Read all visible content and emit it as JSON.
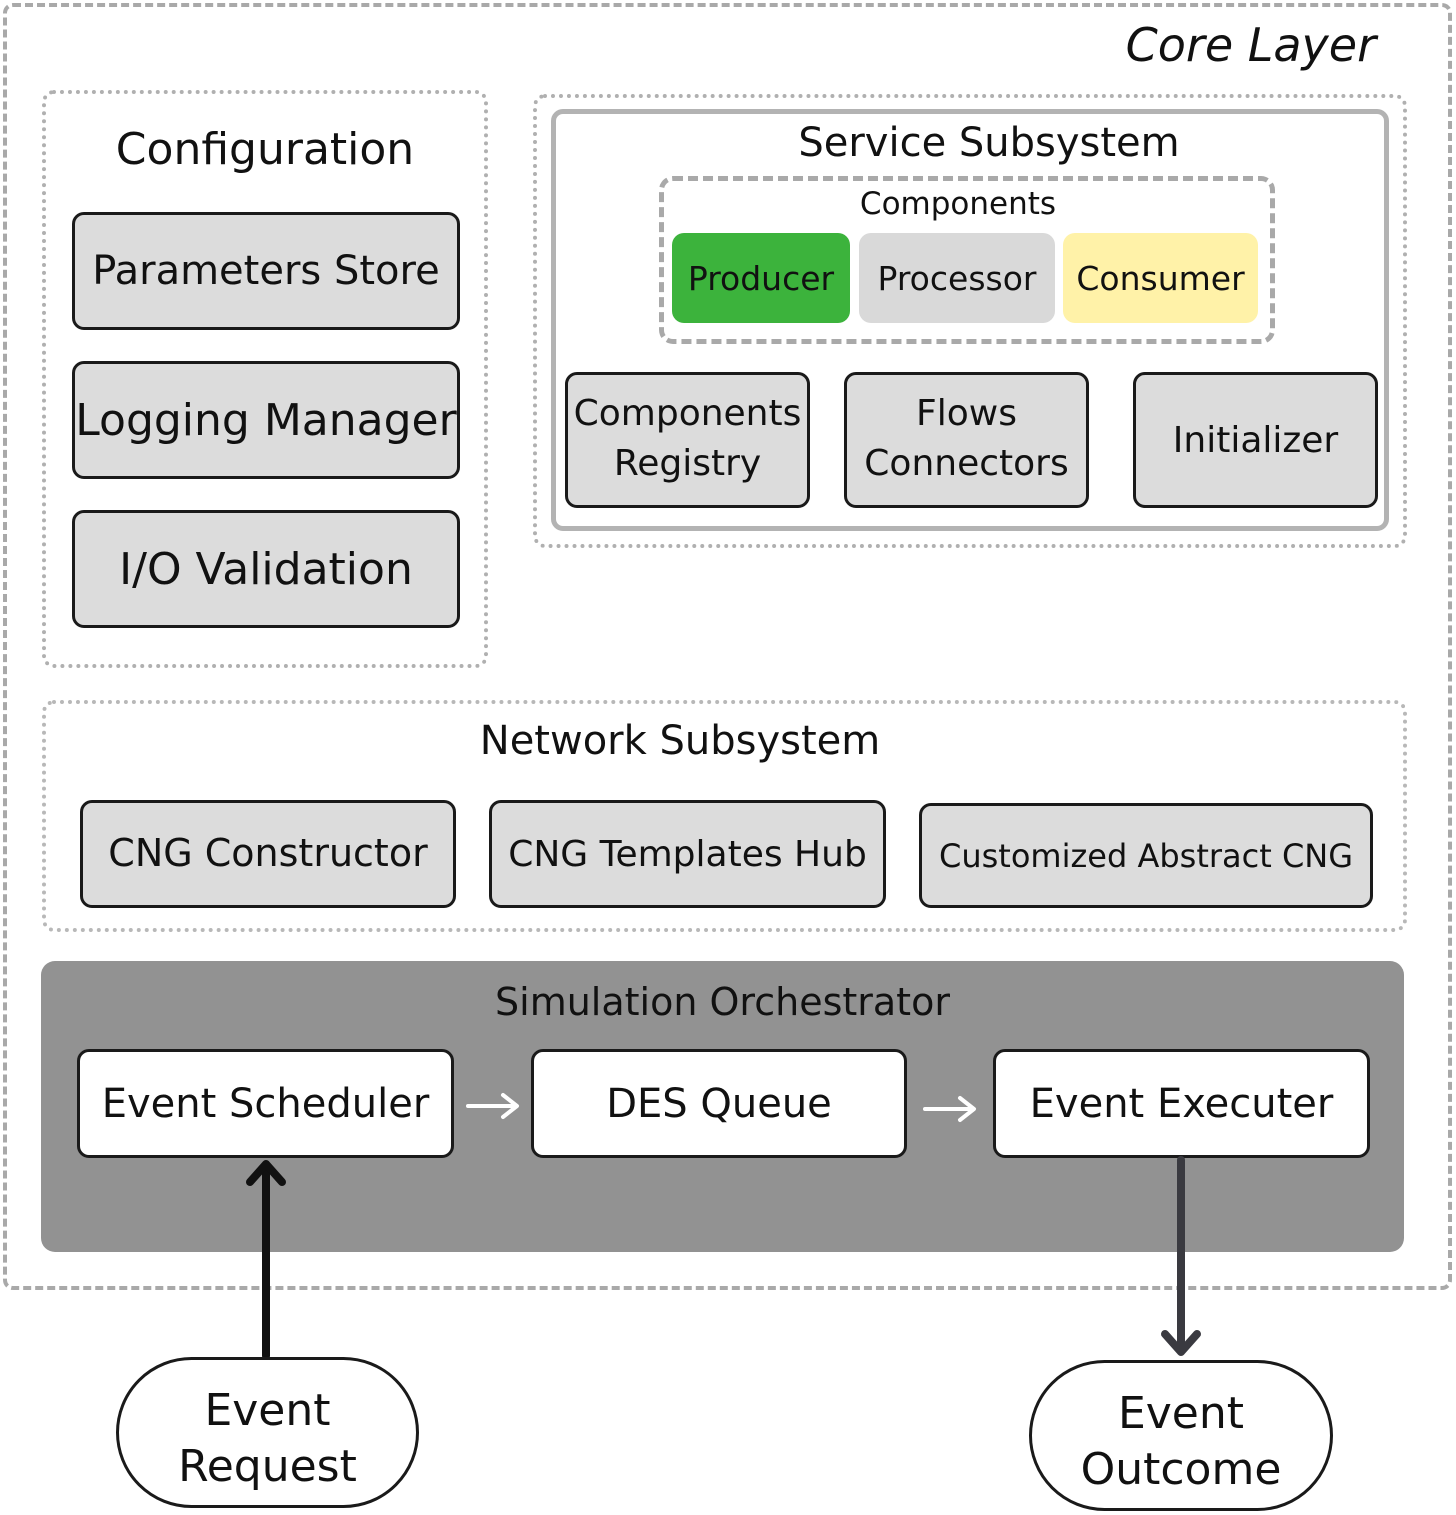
{
  "core_layer": {
    "title": "Core Layer"
  },
  "configuration": {
    "title": "Configuration",
    "items": [
      "Parameters Store",
      "Logging Manager",
      "I/O Validation"
    ]
  },
  "service_subsystem": {
    "title": "Service Subsystem",
    "components": {
      "title": "Components",
      "items": [
        {
          "label": "Producer",
          "color": "#3cb33c"
        },
        {
          "label": "Processor",
          "color": "#d9d9d9"
        },
        {
          "label": "Consumer",
          "color": "#fff2a8"
        }
      ]
    },
    "modules": [
      {
        "line1": "Components",
        "line2": "Registry"
      },
      {
        "line1": "Flows",
        "line2": "Connectors"
      },
      {
        "line1": "Initializer",
        "line2": ""
      }
    ]
  },
  "network_subsystem": {
    "title": "Network Subsystem",
    "items": [
      "CNG Constructor",
      "CNG Templates Hub",
      "Customized Abstract CNG"
    ]
  },
  "simulation_orchestrator": {
    "title": "Simulation Orchestrator",
    "items": [
      "Event Scheduler",
      "DES Queue",
      "Event Executer"
    ]
  },
  "external": {
    "request": {
      "line1": "Event",
      "line2": "Request"
    },
    "outcome": {
      "line1": "Event",
      "line2": "Outcome"
    }
  },
  "colors": {
    "box_fill": "#dcdcdc",
    "orchestrator_fill": "#929292",
    "producer": "#3cb33c",
    "consumer": "#fff2a8",
    "group_border": "#a9a9a9"
  }
}
